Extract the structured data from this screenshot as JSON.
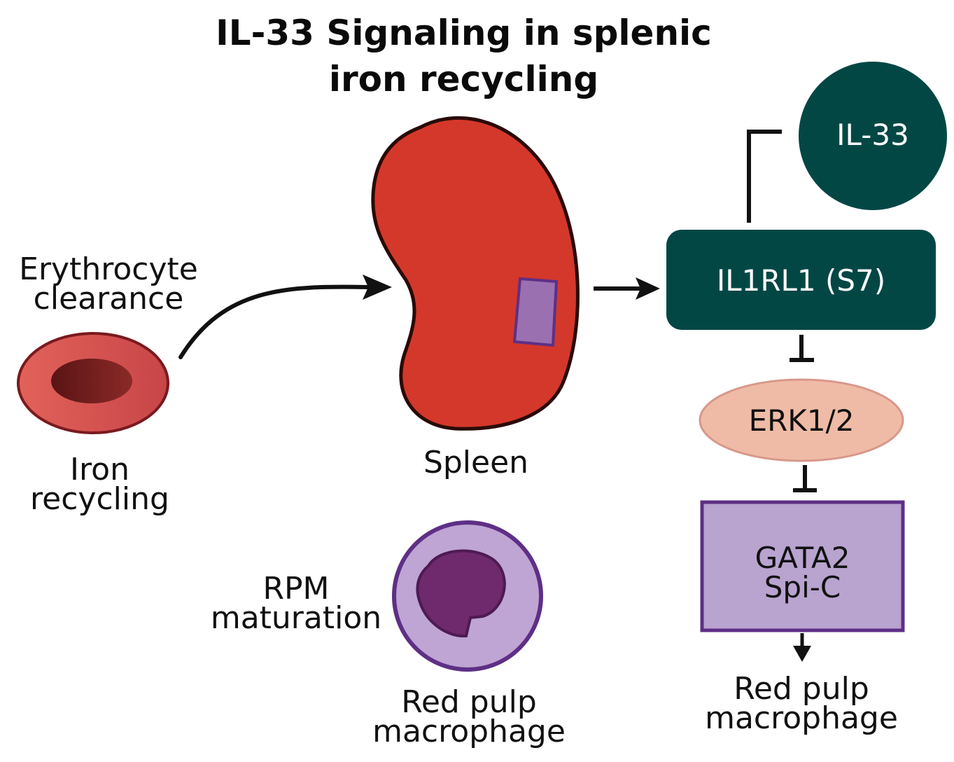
{
  "title": {
    "line1": "IL-33 Signaling in splenic",
    "line2": "iron recycling"
  },
  "labels": {
    "erythrocyte_line1": "Erythrocyte",
    "erythrocyte_line2": "clearance",
    "iron_line1": "Iron",
    "iron_line2": "recycling",
    "spleen": "Spleen",
    "rpm_line1": "RPM",
    "rpm_line2": "maturation",
    "rpm_cell_line1": "Red pulp",
    "rpm_cell_line2": "macrophage",
    "output_line1": "Red pulp",
    "output_line2": "macrophage"
  },
  "nodes": {
    "il33": "IL-33",
    "il1rl1": "IL1RL1 (S7)",
    "erk": "ERK1/2",
    "gata2": "GATA2",
    "spic": "Spi-C"
  },
  "colors": {
    "dark_teal": "#034745",
    "spleen_red": "#d4382a",
    "rbc_red": "#d45451",
    "erk_fill": "#efbba6",
    "purple_fill": "#b9a3cf",
    "purple_stroke": "#5e2f86",
    "nucleus": "#6f2a6e"
  }
}
